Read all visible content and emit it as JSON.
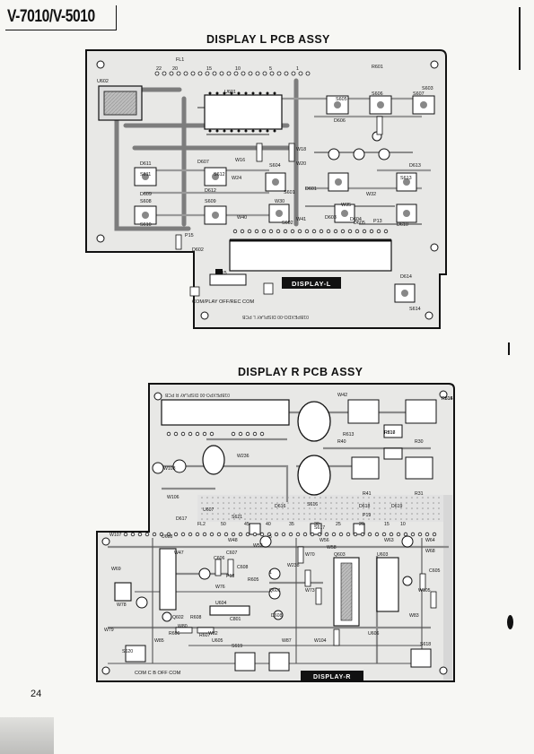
{
  "header": {
    "model": "V-7010/V-5010"
  },
  "page_number": "24",
  "display_l": {
    "title": "DISPLAY L PCB ASSY",
    "badge": "DISPLAY-L",
    "footer_label": "COM/PLAY OFF/REC COM",
    "labels": [
      "FL1",
      "22",
      "20",
      "15",
      "10",
      "5",
      "1",
      "R601",
      "U602",
      "U601",
      "D606",
      "D607",
      "D611",
      "D612",
      "D609",
      "D610",
      "D613",
      "D614",
      "S601",
      "S602",
      "S603",
      "S604",
      "S605",
      "S606",
      "S607",
      "S608",
      "S609",
      "S610",
      "S611",
      "S612",
      "S613",
      "S614",
      "S615",
      "D601",
      "D602",
      "D603",
      "D604",
      "D605",
      "W16",
      "W18",
      "W20",
      "W24",
      "W30",
      "W32",
      "W35",
      "W40",
      "W41",
      "P13",
      "P15"
    ],
    "mirror_text": "01BPEXDO-00 DISPLAY L PCB"
  },
  "display_r": {
    "title": "DISPLAY R PCB ASSY",
    "badge": "DISPLAY-R",
    "footer_label": "COM C B OFF COM",
    "top_label": "W42",
    "labels": [
      "R614",
      "R617",
      "R613",
      "R40",
      "R30",
      "R41",
      "R31",
      "D616",
      "D617",
      "D618",
      "D619",
      "S616",
      "S617",
      "S618",
      "S619",
      "S620",
      "S621",
      "FL2",
      "50",
      "45",
      "40",
      "35",
      "30",
      "25",
      "20",
      "15",
      "10",
      "5",
      "1",
      "Q601",
      "Q602",
      "Q603",
      "U603",
      "U604",
      "U605",
      "U606",
      "U607",
      "U608",
      "W47",
      "W48",
      "W52",
      "W56",
      "W58",
      "W63",
      "W64",
      "W68",
      "W69",
      "W70",
      "W73",
      "W76",
      "W78",
      "W79",
      "W80",
      "W82",
      "W83",
      "W85",
      "W87",
      "W104",
      "W105",
      "W106",
      "W107",
      "W108",
      "W236",
      "W238",
      "C605",
      "C606",
      "C607",
      "C608",
      "R605",
      "R606",
      "R607",
      "R608",
      "P18",
      "P19",
      "D608",
      "C801",
      "R815",
      "R816"
    ],
    "mirror_text": "01BPEXPO-00 DISPLAY R PCB"
  }
}
